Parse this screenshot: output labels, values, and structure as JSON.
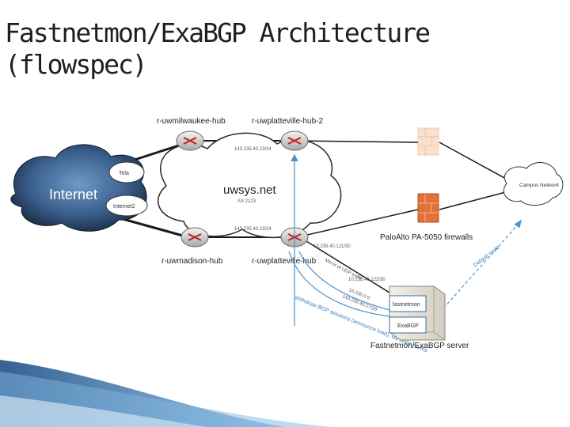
{
  "title": "Fastnetmon/ExaBGP Architecture (flowspec)",
  "diagram": {
    "routers": {
      "milwaukee": "r-uwmilwaukee-hub",
      "platteville2": "r-uwplatteville-hub-2",
      "madison": "r-uwmadison-hub",
      "platteville": "r-uwplatteville-hub"
    },
    "cloud_internet": "Internet",
    "cloud_uwsys": "uwsys.net",
    "cloud_uwsys_asn": "AS 2123",
    "peers": [
      "Tela",
      "Internet2"
    ],
    "ip_top": "143.235.40.13/24",
    "ip_bottom": "143.235.40.13/24",
    "campus": "Campus Network",
    "firewall_label": "PaloAlto PA-5050 firewalls",
    "ip_fw": "10.235.40.121/30",
    "ip_server": "10.235.40.122/30",
    "mirror_label": "Mirror of UDP traffic",
    "default_route": "Default route",
    "server_ips": [
      "10.235.0.0",
      "143.235.40.27/28"
    ],
    "bgp_note": "Withdraw BGP sessions (announce load), via static routes",
    "fastnetmon": "fastnetmon",
    "exabgp": "ExaBGP",
    "server_label": "Fastnetmon/ExaBGP server",
    "colors": {
      "link": "#1a1a1a",
      "blue": "#4a90d0",
      "firewall": "#e4703a",
      "router": "#d9d9d9",
      "dark_cloud": "#1d3654"
    }
  }
}
